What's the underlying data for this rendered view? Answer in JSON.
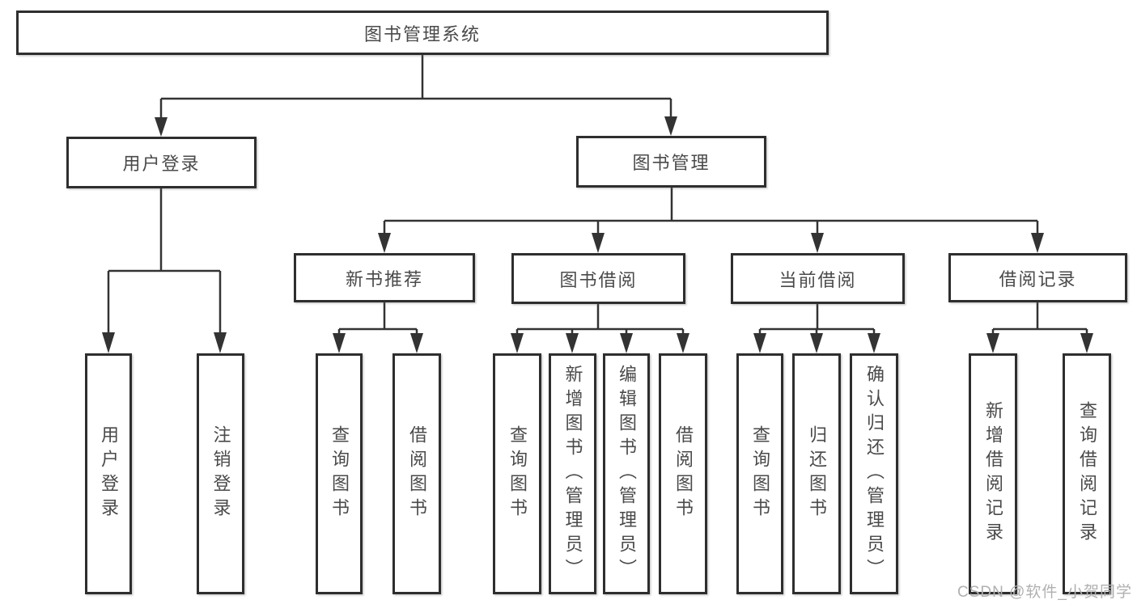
{
  "diagram": {
    "title": "图书管理系统",
    "tree": {
      "label": "图书管理系统",
      "children": [
        {
          "label": "用户登录",
          "children": [
            {
              "label": "用户登录"
            },
            {
              "label": "注销登录"
            }
          ]
        },
        {
          "label": "图书管理",
          "children": [
            {
              "label": "新书推荐",
              "children": [
                {
                  "label": "查询图书"
                },
                {
                  "label": "借阅图书"
                }
              ]
            },
            {
              "label": "图书借阅",
              "children": [
                {
                  "label": "查询图书"
                },
                {
                  "label": "新增图书（管理员）"
                },
                {
                  "label": "编辑图书（管理员）"
                },
                {
                  "label": "借阅图书"
                }
              ]
            },
            {
              "label": "当前借阅",
              "children": [
                {
                  "label": "查询图书"
                },
                {
                  "label": "归还图书"
                },
                {
                  "label": "确认归还（管理员）"
                }
              ]
            },
            {
              "label": "借阅记录",
              "children": [
                {
                  "label": "新增借阅记录"
                },
                {
                  "label": "查询借阅记录"
                }
              ]
            }
          ]
        }
      ]
    }
  },
  "watermark": {
    "text": "CSDN @软件_小贺同学"
  },
  "colors": {
    "line": "#333333",
    "border": "#2e2e2e",
    "text": "#4a4a4a",
    "watermark": "#b0b0b0",
    "background": "#ffffff"
  }
}
